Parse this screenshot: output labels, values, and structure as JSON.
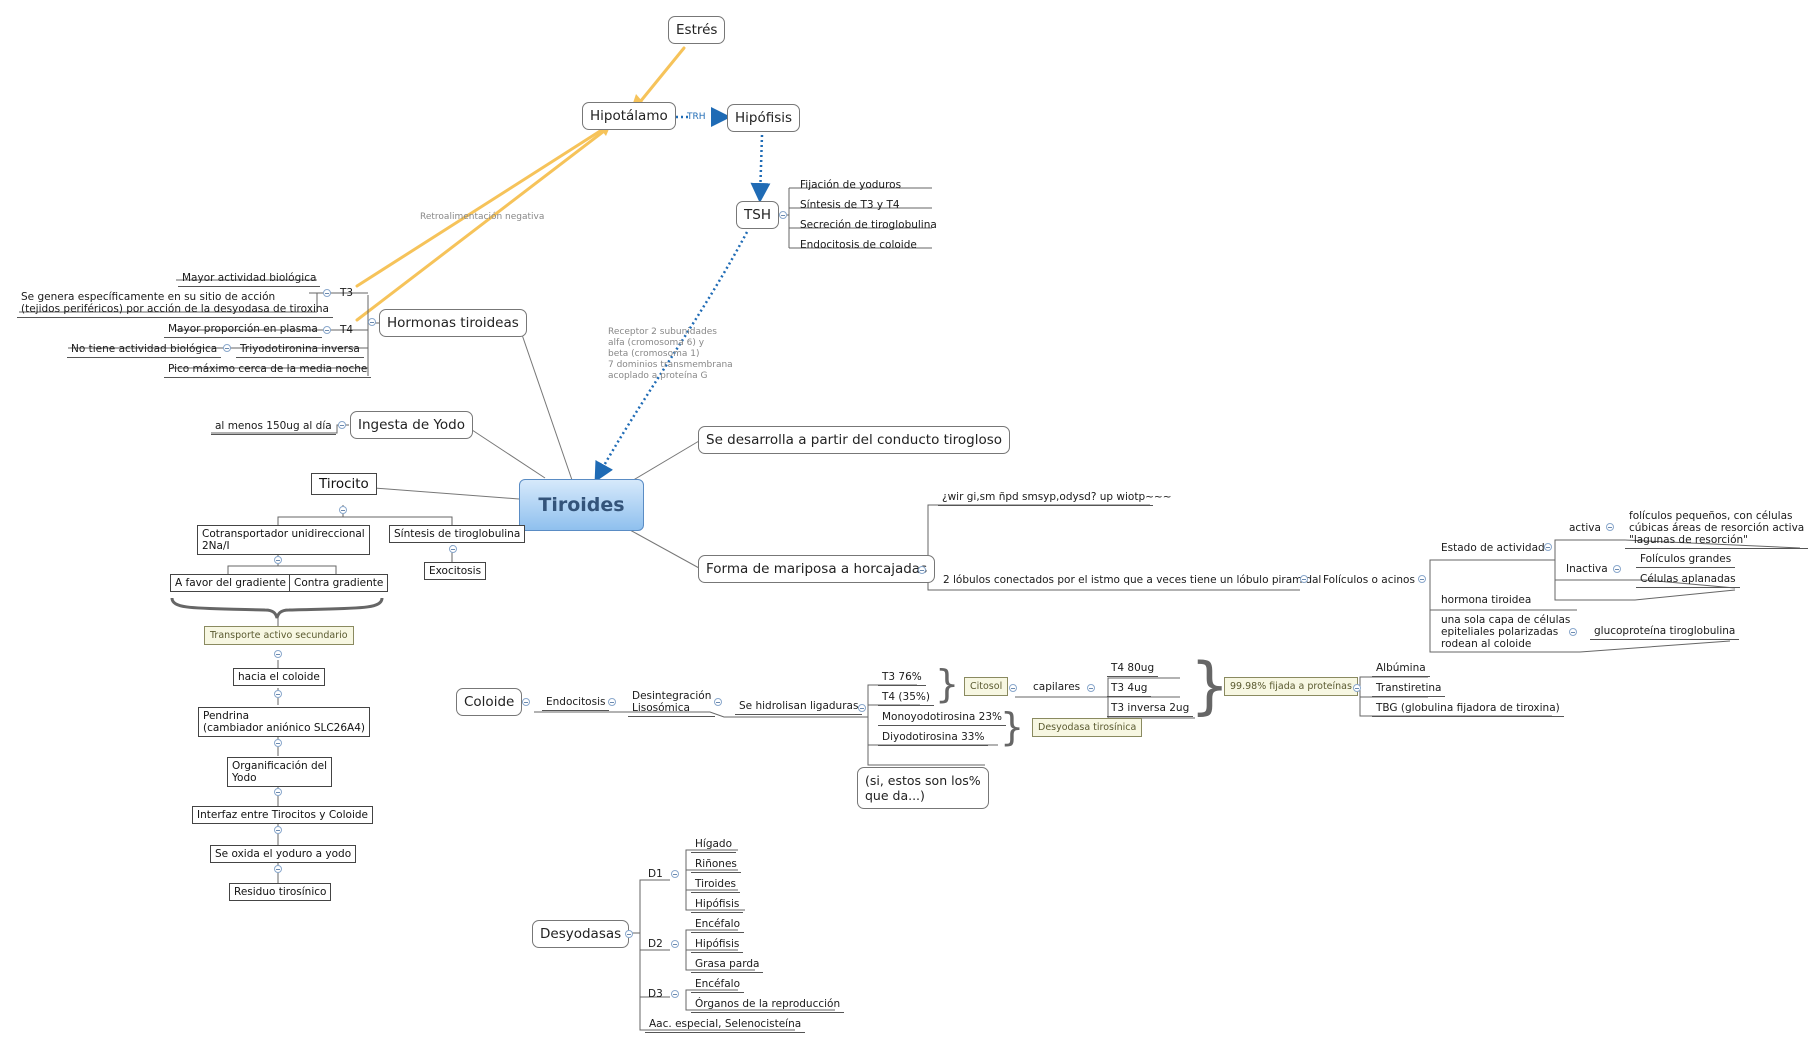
{
  "nodes": {
    "estres": "Estrés",
    "hipotalamo": "Hipotálamo",
    "hipofisis": "Hipófisis",
    "trh": "TRH",
    "tsh": "TSH",
    "retro": "Retroalimentación negativa",
    "receptor": [
      "Receptor 2 subunidades",
      "alfa (cromosoma 6) y",
      "beta (cromosoma 1)",
      "7 dominios transmembrana",
      "acoplado a proteína G"
    ],
    "tiroides": "Tiroides",
    "conducto": "Se desarrolla a partir del conducto tirogloso",
    "mariposa": "Forma de mariposa a horcajadas",
    "hormonas": "Hormonas tiroideas",
    "ingesta": "Ingesta de Yodo",
    "ingesta_val": "al menos 150ug al día",
    "tirocito": "Tirocito",
    "coloide": "Coloide",
    "desyodasas": "Desyodasas",
    "nota": [
      "(si, estos son los%",
      "que da...)"
    ]
  },
  "tsh_children": [
    "Fijación de yoduros",
    "Síntesis de T3 y T4",
    "Secreción de tiroglobulina",
    "Endocitosis de coloide"
  ],
  "hormonas_branch": {
    "t3": "T3",
    "t3_a": "Mayor actividad biológica",
    "t3_b": [
      "Se genera específicamente en su sitio de acción",
      "(tejidos periféricos) por acción de la desyodasa de tiroxina"
    ],
    "t4": "T4",
    "t4_a": "Mayor proporción en plasma",
    "triyo": "Triyodotironina inversa",
    "triyo_a": "No tiene actividad biológica",
    "pico": "Pico máximo cerca de la media noche"
  },
  "tirocito_branch": {
    "cotrans": [
      "Cotransportador unidireccional",
      "2Na/I"
    ],
    "favor": "A favor del gradiente",
    "contra": "Contra gradiente",
    "transporte": "Transporte activo secundario",
    "coloide": "hacia el coloide",
    "pendrina": [
      "Pendrina",
      "(cambiador aniónico SLC26A4)"
    ],
    "organif": [
      "Organificación del",
      "Yodo"
    ],
    "interfaz": "Interfaz entre Tirocitos y Coloide",
    "oxida": "Se oxida el yoduro a yodo",
    "residuo": "Residuo tirosínico",
    "sintesis": "Síntesis de tiroglobulina",
    "exocitosis": "Exocitosis"
  },
  "mariposa_branch": {
    "garbled": "¿wir gi,sm ñpd smsyp,odysd? up wiotp~~~",
    "lobulos": "2 lóbulos conectados por el istmo que a veces tiene un lóbulo piramidal",
    "foliculos": "Folículos o acinos",
    "estado": "Estado de actividad",
    "activa": "activa",
    "activa_desc": [
      "folículos pequeños, con células",
      "cúbicas áreas de resorción activa",
      "\"lagunas de resorción\""
    ],
    "inactiva": "Inactiva",
    "inactiva_a": "Folículos grandes",
    "inactiva_b": "Células aplanadas",
    "hormona": "hormona tiroidea",
    "capa": [
      "una sola capa de células",
      "epiteliales polarizadas",
      "rodean al coloide"
    ],
    "gluco": "glucoproteína tiroglobulina"
  },
  "coloide_branch": {
    "endocitosis": "Endocitosis",
    "desint": [
      "Desintegración",
      "Lisosómica"
    ],
    "hidrolisan": "Se hidrolisan ligaduras",
    "items": [
      "T3 76%",
      "T4 (35%)",
      "Monoyodotirosina 23%",
      "Diyodotirosina 33%"
    ],
    "citosol": "Citosol",
    "desyodasa": "Desyodasa tirosínica",
    "capilares": "capilares",
    "t_vals": [
      "T4 80ug",
      "T3 4ug",
      "T3 inversa 2ug"
    ],
    "fijada": "99.98% fijada a proteínas",
    "proteinas": [
      "Albúmina",
      "Transtiretina",
      "TBG (globulina fijadora de tiroxina)"
    ]
  },
  "desyodasas_branch": {
    "d1": "D1",
    "d1_items": [
      "Hígado",
      "Riñones",
      "Tiroides",
      "Hipófisis"
    ],
    "d2": "D2",
    "d2_items": [
      "Encéfalo",
      "Hipófisis",
      "Grasa parda"
    ],
    "d3": "D3",
    "d3_items": [
      "Encéfalo",
      "Órganos de la reproducción"
    ],
    "aac": "Aac. especial, Selenocisteína"
  },
  "colors": {
    "arrow_orange": "#f6c35a",
    "arrow_blue": "#1f6bb5",
    "main_fill": "#a9d0f3"
  }
}
